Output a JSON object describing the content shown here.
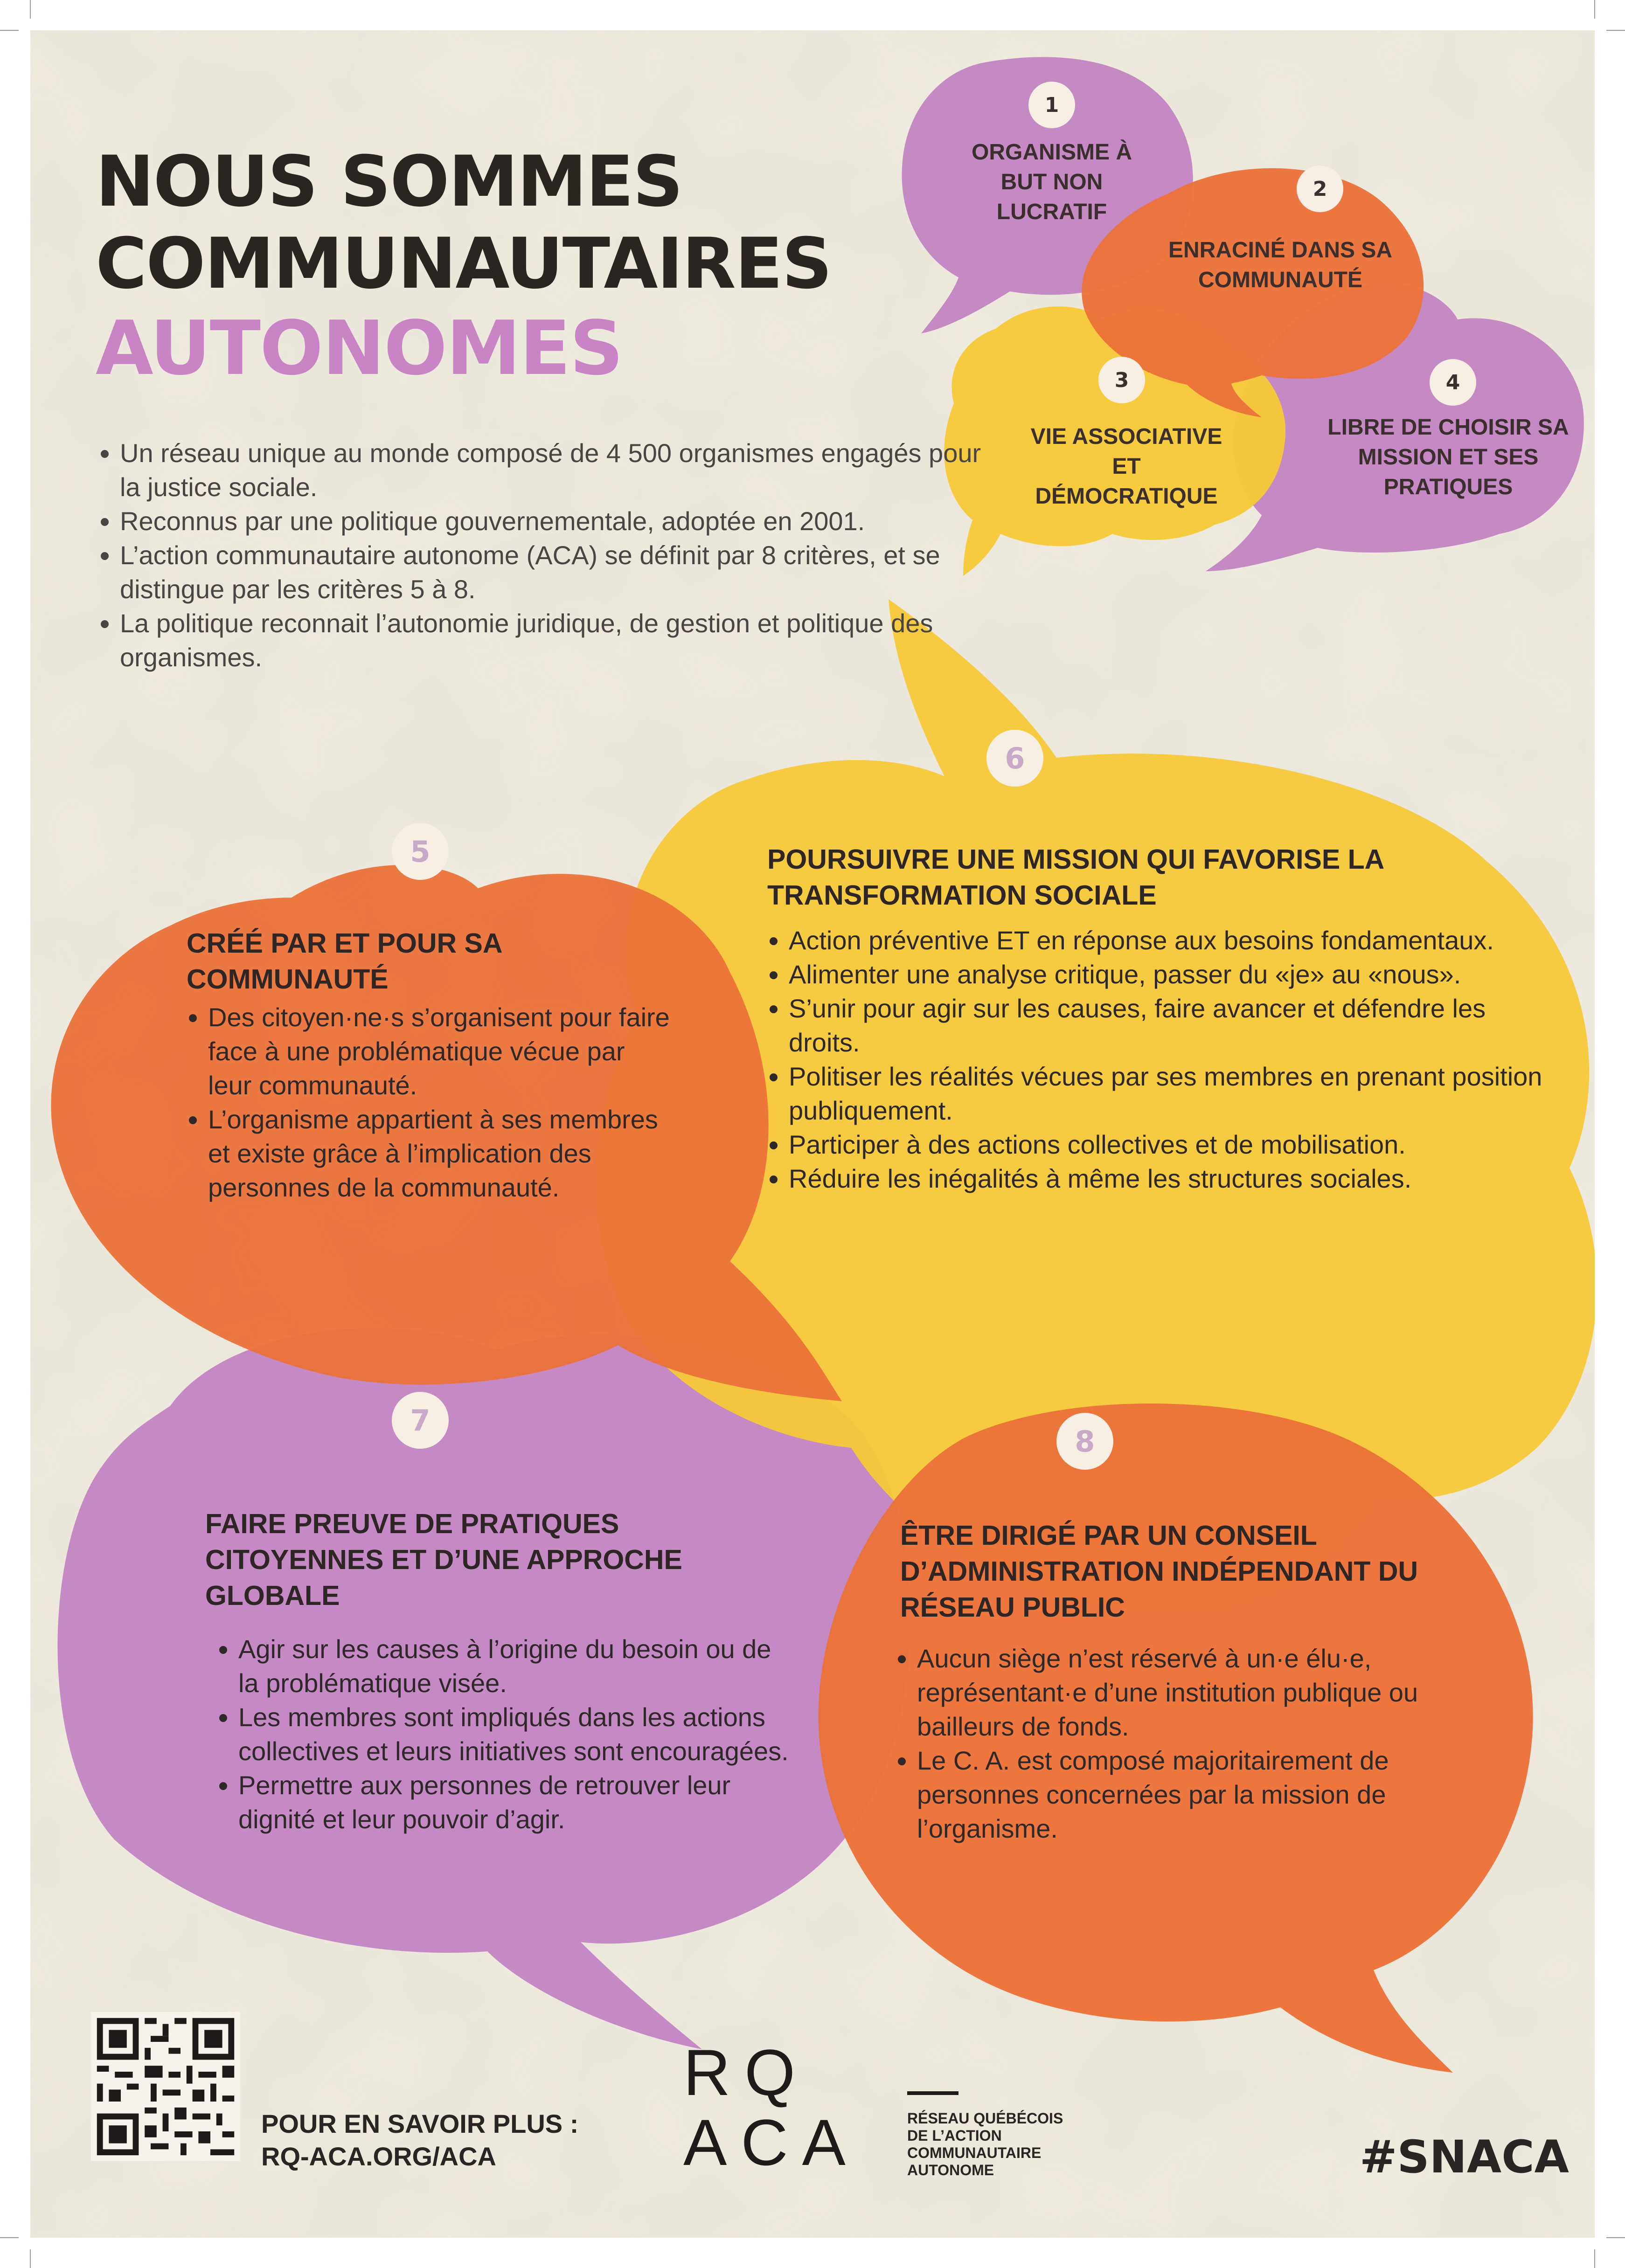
{
  "headline": {
    "line1": "NOUS SOMMES",
    "line2": "COMMUNAUTAIRES",
    "line3": "AUTONOMES"
  },
  "intro": [
    "Un réseau unique au monde composé de 4 500 organismes engagés pour la justice sociale.",
    "Reconnus par une politique gouvernementale, adoptée en 2001.",
    "L’action communautaire autonome (ACA) se définit par 8 critères, et se distingue par les critères 5 à 8.",
    "La politique reconnait l’autonomie juridique, de gestion et politique des organismes."
  ],
  "criteria": [
    {
      "number": "1",
      "title": "ORGANISME À BUT NON LUCRATIF",
      "color": "#c385c3"
    },
    {
      "number": "2",
      "title": "ENRACINÉ DANS SA COMMUNAUTÉ",
      "color": "#eb7239"
    },
    {
      "number": "3",
      "title": "VIE ASSOCIATIVE ET DÉMOCRATIQUE",
      "color": "#f6c93a"
    },
    {
      "number": "4",
      "title": "LIBRE DE CHOISIR SA MISSION ET SES PRATIQUES",
      "color": "#c385c3"
    },
    {
      "number": "5",
      "title": "CRÉÉ PAR ET POUR SA COMMUNAUTÉ",
      "color": "#eb7239",
      "items": [
        "Des citoyen·ne·s s’organisent pour faire face à une problématique vécue par leur communauté.",
        "L’organisme appartient à ses membres et existe grâce à l’implication des personnes de la communauté."
      ]
    },
    {
      "number": "6",
      "title": "POURSUIVRE UNE MISSION QUI FAVORISE LA TRANSFORMATION SOCIALE",
      "color": "#f6c93a",
      "items": [
        "Action préventive ET en réponse aux besoins fondamentaux.",
        "Alimenter une analyse critique, passer du «je» au «nous».",
        "S’unir pour agir sur les causes, faire avancer et défendre les droits.",
        "Politiser les réalités vécues par ses membres en prenant position publiquement.",
        "Participer à des actions collectives et de mobilisation.",
        "Réduire les inégalités à même les structures sociales."
      ]
    },
    {
      "number": "7",
      "title": "FAIRE PREUVE DE PRATIQUES CITOYENNES ET D’UNE APPROCHE GLOBALE",
      "color": "#c385c3",
      "items": [
        "Agir sur les causes à l’origine du besoin ou de la problématique visée.",
        "Les membres sont impliqués dans les actions collectives et leurs initiatives sont encouragées.",
        "Permettre aux personnes de retrouver leur dignité et leur pouvoir d’agir."
      ]
    },
    {
      "number": "8",
      "title": "ÊTRE DIRIGÉ PAR UN CONSEIL D’ADMINISTRATION INDÉPENDANT DU RÉSEAU PUBLIC",
      "color": "#eb7239",
      "items": [
        "Aucun siège n’est réservé à un·e élu·e, représentant·e d’une institution publique ou bailleurs de fonds.",
        "Le C. A. est composé majoritairement de personnes concernées par la mission de l’organisme."
      ]
    }
  ],
  "footer": {
    "learn_more": "POUR EN SAVOIR PLUS :",
    "url": "RQ-ACA.ORG/ACA",
    "logo_top": "RQ",
    "logo_bottom": "ACA",
    "org_name": [
      "RÉSEAU QUÉBÉCOIS",
      "DE L’ACTION",
      "COMMUNAUTAIRE",
      "AUTONOME"
    ],
    "hashtag": "#SNACA"
  }
}
